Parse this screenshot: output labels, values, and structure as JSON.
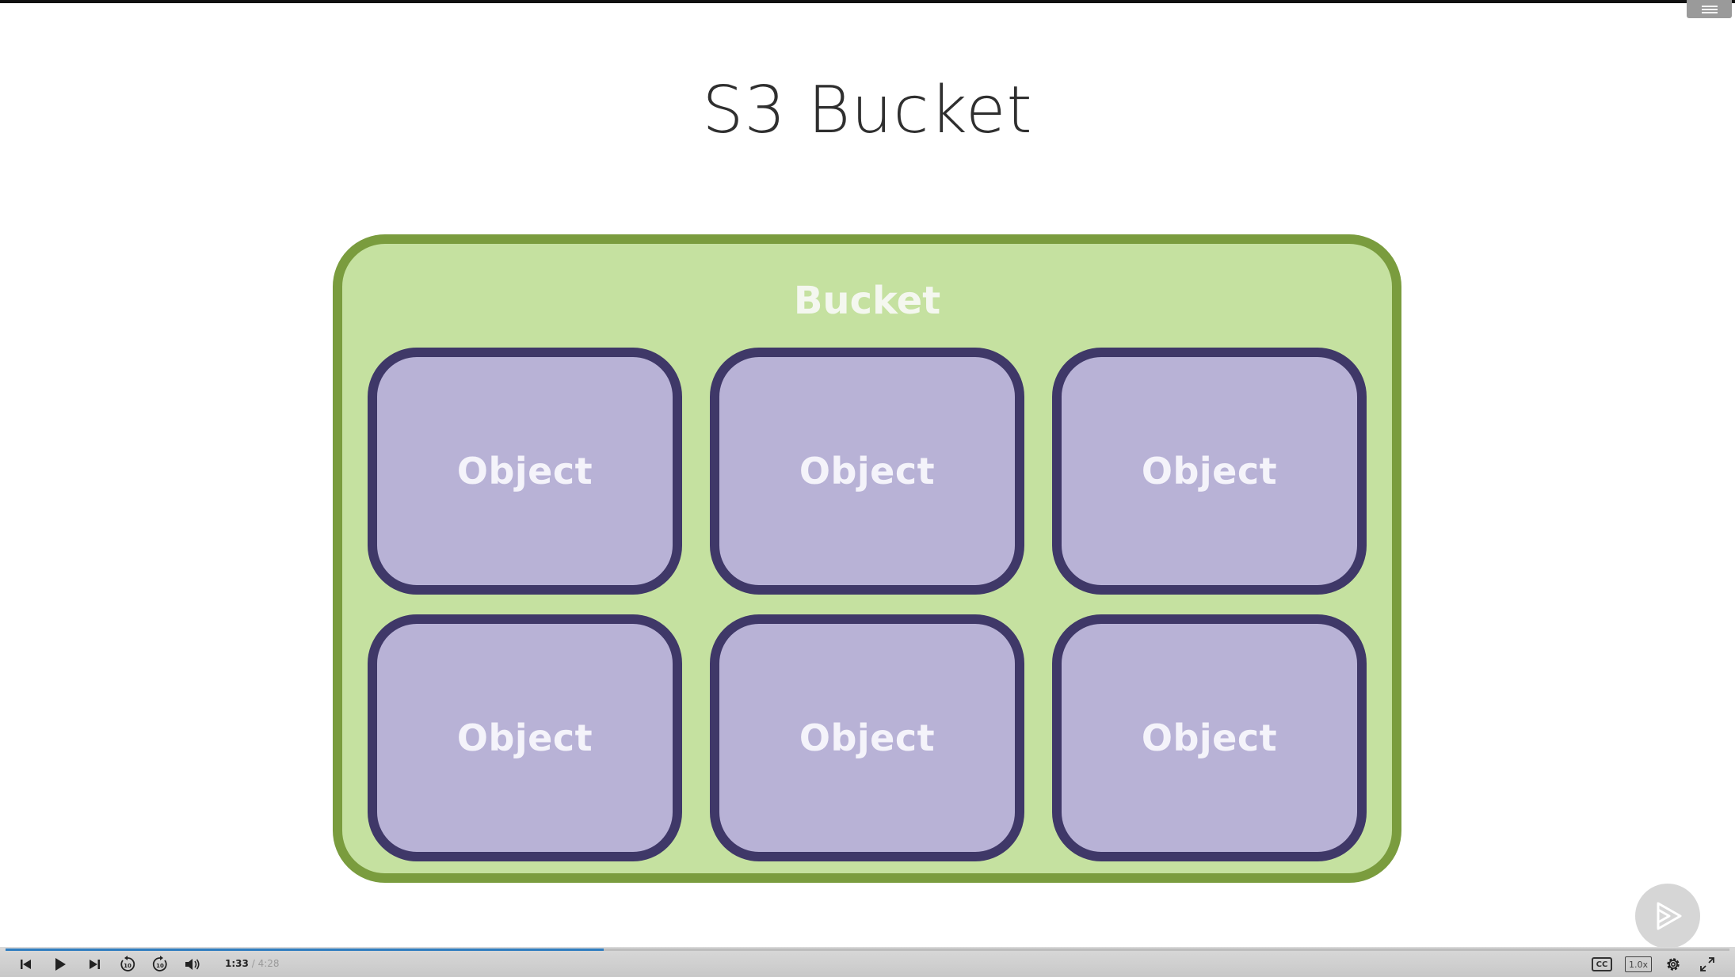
{
  "slide": {
    "title": "S3 Bucket",
    "bucket_label": "Bucket",
    "objects": [
      {
        "label": "Object"
      },
      {
        "label": "Object"
      },
      {
        "label": "Object"
      },
      {
        "label": "Object"
      },
      {
        "label": "Object"
      },
      {
        "label": "Object"
      }
    ]
  },
  "player": {
    "current_time": "1:33",
    "separator": "/",
    "duration": "4:28",
    "speed": "1.0x",
    "captions_label": "CC",
    "progress_fraction": 0.347
  },
  "colors": {
    "bucket_fill": "#c5e1a0",
    "bucket_border": "#7a9c3e",
    "object_fill": "#b8b2d6",
    "object_border": "#3f3868",
    "progress": "#2f7dc0"
  },
  "icons": [
    "menu-icon",
    "skip-back-icon",
    "play-icon",
    "skip-forward-icon",
    "rewind-10-icon",
    "forward-10-icon",
    "volume-icon",
    "captions-icon",
    "settings-gear-icon",
    "fullscreen-icon",
    "next-clip-play-icon"
  ]
}
